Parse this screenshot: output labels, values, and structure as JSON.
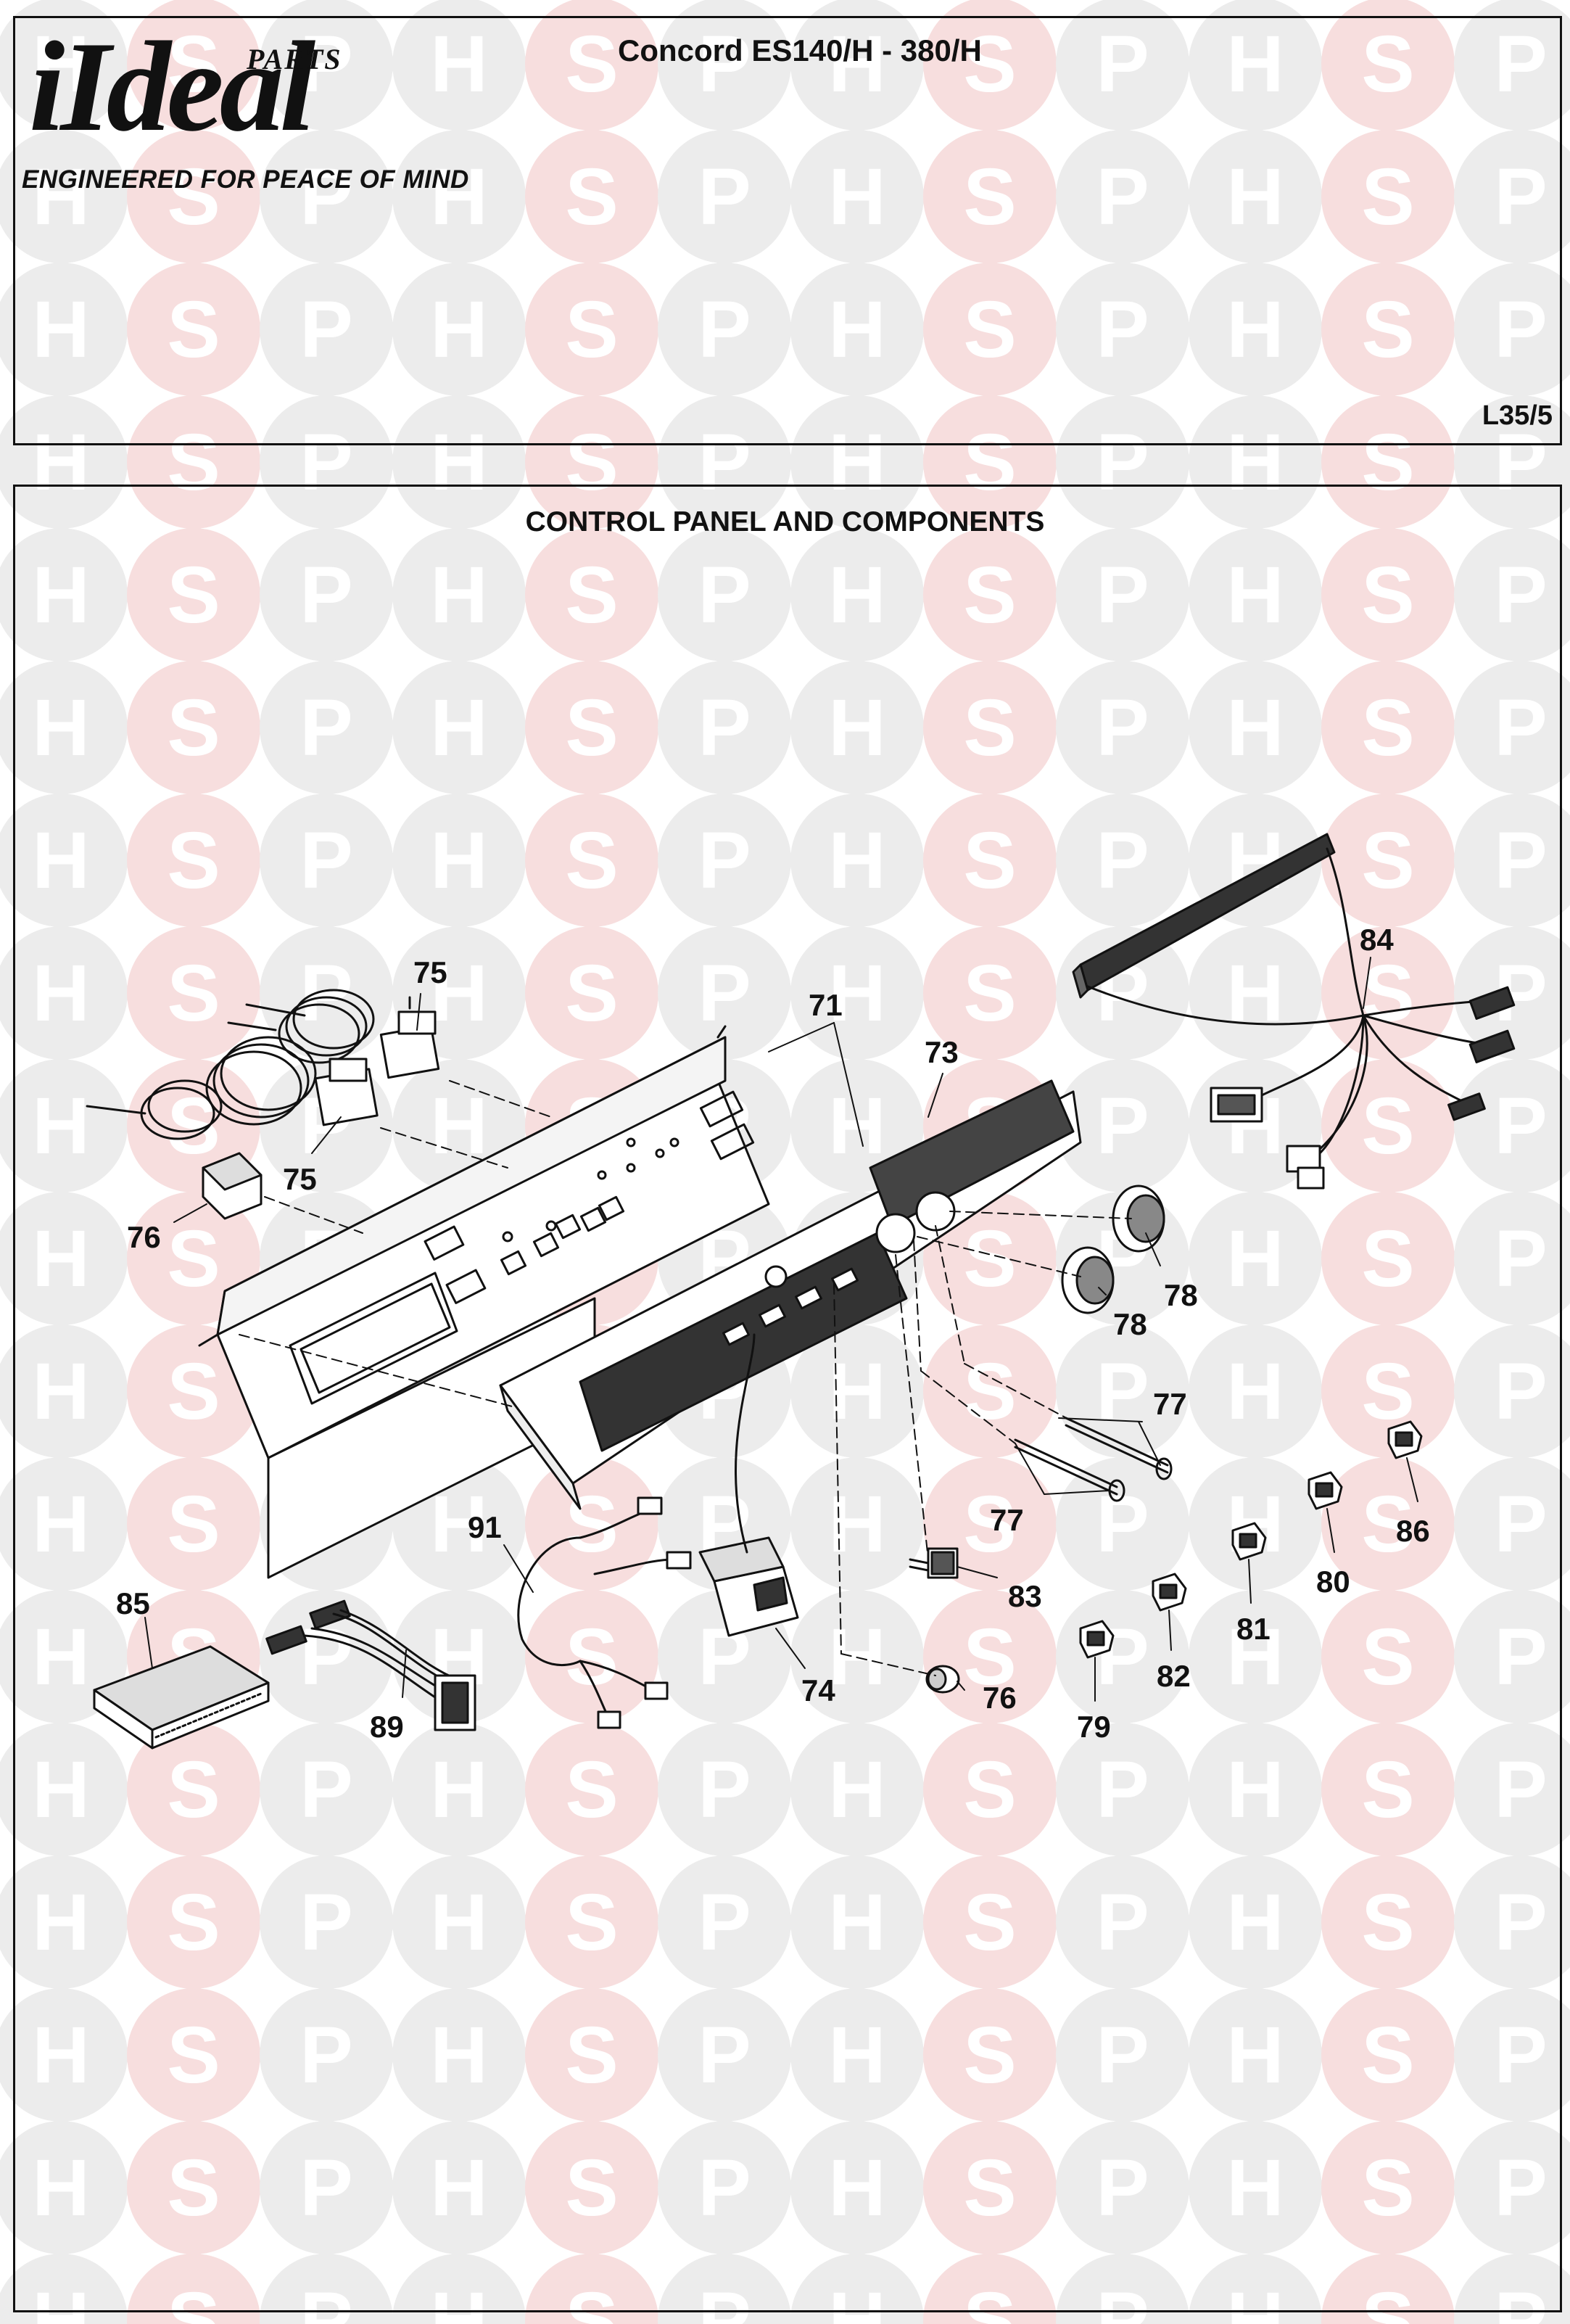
{
  "brand": {
    "logo_parts": "PARTS",
    "logo_ideal": "Ideal",
    "logo_i": "i",
    "tagline": "ENGINEERED FOR PEACE OF MIND"
  },
  "header": {
    "title": "Concord ES140/H - 380/H",
    "page_code": "L35/5"
  },
  "section": {
    "title": "CONTROL PANEL AND COMPONENTS"
  },
  "watermark": {
    "letters": [
      "H",
      "S",
      "P"
    ],
    "colors": {
      "h": "#ececec",
      "s": "#f7dede",
      "p": "#ececec",
      "letter": "#ffffff"
    }
  },
  "callouts": [
    {
      "id": "c71",
      "label": "71"
    },
    {
      "id": "c73",
      "label": "73"
    },
    {
      "id": "c74",
      "label": "74"
    },
    {
      "id": "c75a",
      "label": "75"
    },
    {
      "id": "c75b",
      "label": "75"
    },
    {
      "id": "c76a",
      "label": "76"
    },
    {
      "id": "c76b",
      "label": "76"
    },
    {
      "id": "c77a",
      "label": "77"
    },
    {
      "id": "c77b",
      "label": "77"
    },
    {
      "id": "c78a",
      "label": "78"
    },
    {
      "id": "c78b",
      "label": "78"
    },
    {
      "id": "c79",
      "label": "79"
    },
    {
      "id": "c80",
      "label": "80"
    },
    {
      "id": "c81",
      "label": "81"
    },
    {
      "id": "c82",
      "label": "82"
    },
    {
      "id": "c83",
      "label": "83"
    },
    {
      "id": "c84",
      "label": "84"
    },
    {
      "id": "c85",
      "label": "85"
    },
    {
      "id": "c86",
      "label": "86"
    },
    {
      "id": "c89",
      "label": "89"
    },
    {
      "id": "c91",
      "label": "91"
    }
  ]
}
